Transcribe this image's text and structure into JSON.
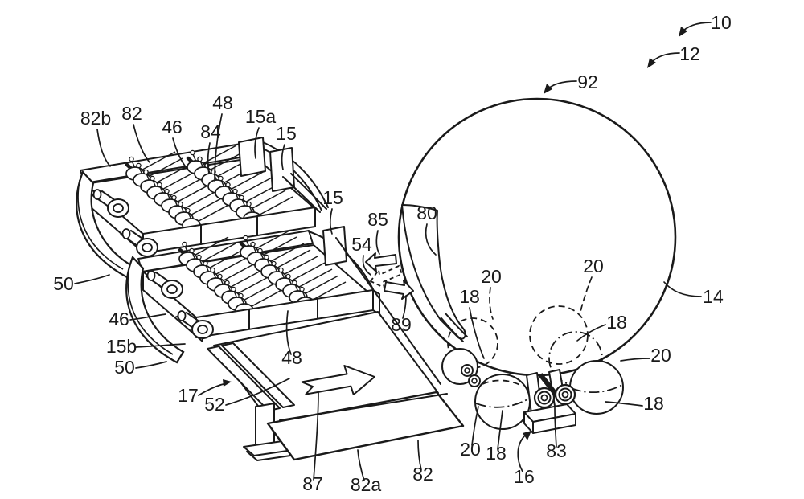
{
  "figure": {
    "kind": "patent line drawing",
    "colors": {
      "line": "#1a1a1a",
      "background": "#ffffff"
    }
  },
  "labels": [
    {
      "id": "ref-10",
      "text": "10"
    },
    {
      "id": "ref-12",
      "text": "12"
    },
    {
      "id": "ref-92",
      "text": "92"
    },
    {
      "id": "ref-14",
      "text": "14"
    },
    {
      "id": "ref-80",
      "text": "80"
    },
    {
      "id": "ref-85",
      "text": "85"
    },
    {
      "id": "ref-54",
      "text": "54"
    },
    {
      "id": "ref-89",
      "text": "89"
    },
    {
      "id": "ref-82b",
      "text": "82b"
    },
    {
      "id": "ref-82-top",
      "text": "82"
    },
    {
      "id": "ref-46-top",
      "text": "46"
    },
    {
      "id": "ref-48-top",
      "text": "48"
    },
    {
      "id": "ref-84",
      "text": "84"
    },
    {
      "id": "ref-15a",
      "text": "15a"
    },
    {
      "id": "ref-15-upper",
      "text": "15"
    },
    {
      "id": "ref-15-lower",
      "text": "15"
    },
    {
      "id": "ref-50-upper",
      "text": "50"
    },
    {
      "id": "ref-46-lower",
      "text": "46"
    },
    {
      "id": "ref-15b",
      "text": "15b"
    },
    {
      "id": "ref-50-lower",
      "text": "50"
    },
    {
      "id": "ref-17",
      "text": "17"
    },
    {
      "id": "ref-52",
      "text": "52"
    },
    {
      "id": "ref-48-lower",
      "text": "48"
    },
    {
      "id": "ref-87",
      "text": "87"
    },
    {
      "id": "ref-82a",
      "text": "82a"
    },
    {
      "id": "ref-82-plate",
      "text": "82"
    },
    {
      "id": "ref-20-upper-left",
      "text": "20"
    },
    {
      "id": "ref-18-upper-left",
      "text": "18"
    },
    {
      "id": "ref-20-upper-mid",
      "text": "20"
    },
    {
      "id": "ref-18-mid-right",
      "text": "18"
    },
    {
      "id": "ref-20-right",
      "text": "20"
    },
    {
      "id": "ref-18-right",
      "text": "18"
    },
    {
      "id": "ref-20-bottom",
      "text": "20"
    },
    {
      "id": "ref-18-bottom",
      "text": "18"
    },
    {
      "id": "ref-83",
      "text": "83"
    },
    {
      "id": "ref-16",
      "text": "16"
    }
  ]
}
